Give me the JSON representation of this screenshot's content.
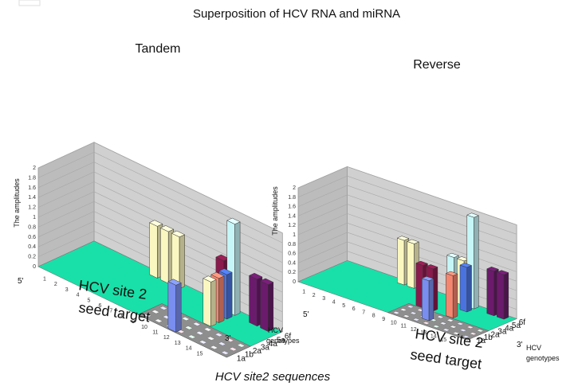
{
  "figure": {
    "title": "Superposition of HCV RNA and miRNA",
    "bottom_label": "HCV site2 sequences"
  },
  "colors": {
    "floor_teal": "#19e0a8",
    "floor_gray": "#8e8e8e",
    "wall": "#d0d0d0",
    "wall_side": "#bcbcbc",
    "bar_pale_yellow": "#fbf7c0",
    "bar_maroon": "#8a1a4c",
    "bar_purple": "#6b1b6b",
    "bar_blue": "#7a8ef0",
    "bar_light_cyan": "#c6f6f8",
    "bar_salmon": "#f4866f",
    "bar_royal": "#4a73e0"
  },
  "chart_data": [
    {
      "type": "bar3d",
      "title": "Tandem",
      "ylabel": "The amplitudes",
      "xlabel": "HCV site 2 seed target",
      "zlabel": "HCV genotypes",
      "end_5": "5'",
      "end_3": "3'",
      "categories": [
        "1",
        "2",
        "3",
        "4",
        "5",
        "6",
        "7",
        "8",
        "9",
        "10",
        "11",
        "12",
        "13",
        "14",
        "15"
      ],
      "series_names": [
        "1a",
        "1b",
        "2a",
        "3a",
        "4a",
        "5a",
        "6f"
      ],
      "ylim": [
        0,
        2
      ],
      "ytick_labels": [
        "0",
        "0.2",
        "0.4",
        "0.6",
        "0.8",
        "1",
        "1.2",
        "1.4",
        "1.6",
        "1.8",
        "2"
      ],
      "bars": [
        {
          "x": 6,
          "z": 6,
          "value": 1.05,
          "color": "bar_pale_yellow"
        },
        {
          "x": 7,
          "z": 6,
          "value": 1.05,
          "color": "bar_pale_yellow"
        },
        {
          "x": 8,
          "z": 6,
          "value": 1.05,
          "color": "bar_pale_yellow"
        },
        {
          "x": 12,
          "z": 6,
          "value": 1.0,
          "color": "bar_maroon"
        },
        {
          "x": 12,
          "z": 0,
          "value": 0.95,
          "color": "bar_blue"
        },
        {
          "x": 13,
          "z": 3,
          "value": 0.9,
          "color": "bar_pale_yellow"
        },
        {
          "x": 13,
          "z": 4,
          "value": 0.9,
          "color": "bar_salmon"
        },
        {
          "x": 13,
          "z": 5,
          "value": 0.9,
          "color": "bar_royal"
        },
        {
          "x": 13,
          "z": 6,
          "value": 1.85,
          "color": "bar_light_cyan"
        },
        {
          "x": 15,
          "z": 6,
          "value": 0.95,
          "color": "bar_purple"
        },
        {
          "x": 16,
          "z": 6,
          "value": 0.95,
          "color": "bar_purple"
        }
      ]
    },
    {
      "type": "bar3d",
      "title": "Reverse",
      "ylabel": "The amplitudes",
      "xlabel": "HCV site 2 seed target",
      "zlabel": "HCV genotypes",
      "end_5": "5'",
      "end_3": "3'",
      "categories": [
        "1",
        "2",
        "3",
        "4",
        "5",
        "6",
        "7",
        "8",
        "9",
        "10",
        "11",
        "12",
        "13",
        "14",
        "15"
      ],
      "series_names": [
        "1a",
        "1b",
        "2a",
        "3a",
        "4a",
        "5a",
        "6f"
      ],
      "ylim": [
        0,
        2
      ],
      "ytick_labels": [
        "0",
        "0.2",
        "0.4",
        "0.6",
        "0.8",
        "1",
        "1.2",
        "1.4",
        "1.6",
        "1.8",
        "2"
      ],
      "bars": [
        {
          "x": 6,
          "z": 6,
          "value": 0.95,
          "color": "bar_pale_yellow"
        },
        {
          "x": 7,
          "z": 6,
          "value": 0.95,
          "color": "bar_pale_yellow"
        },
        {
          "x": 10,
          "z": 3,
          "value": 0.9,
          "color": "bar_maroon"
        },
        {
          "x": 11,
          "z": 3,
          "value": 0.9,
          "color": "bar_maroon"
        },
        {
          "x": 11,
          "z": 6,
          "value": 0.95,
          "color": "bar_light_cyan"
        },
        {
          "x": 12,
          "z": 1,
          "value": 0.85,
          "color": "bar_blue"
        },
        {
          "x": 12,
          "z": 6,
          "value": 0.95,
          "color": "bar_pale_yellow"
        },
        {
          "x": 13,
          "z": 3,
          "value": 0.9,
          "color": "bar_salmon"
        },
        {
          "x": 13,
          "z": 5,
          "value": 0.95,
          "color": "bar_royal"
        },
        {
          "x": 13,
          "z": 6,
          "value": 1.95,
          "color": "bar_light_cyan"
        },
        {
          "x": 15,
          "z": 6,
          "value": 0.95,
          "color": "bar_purple"
        },
        {
          "x": 16,
          "z": 6,
          "value": 0.95,
          "color": "bar_purple"
        }
      ]
    }
  ]
}
